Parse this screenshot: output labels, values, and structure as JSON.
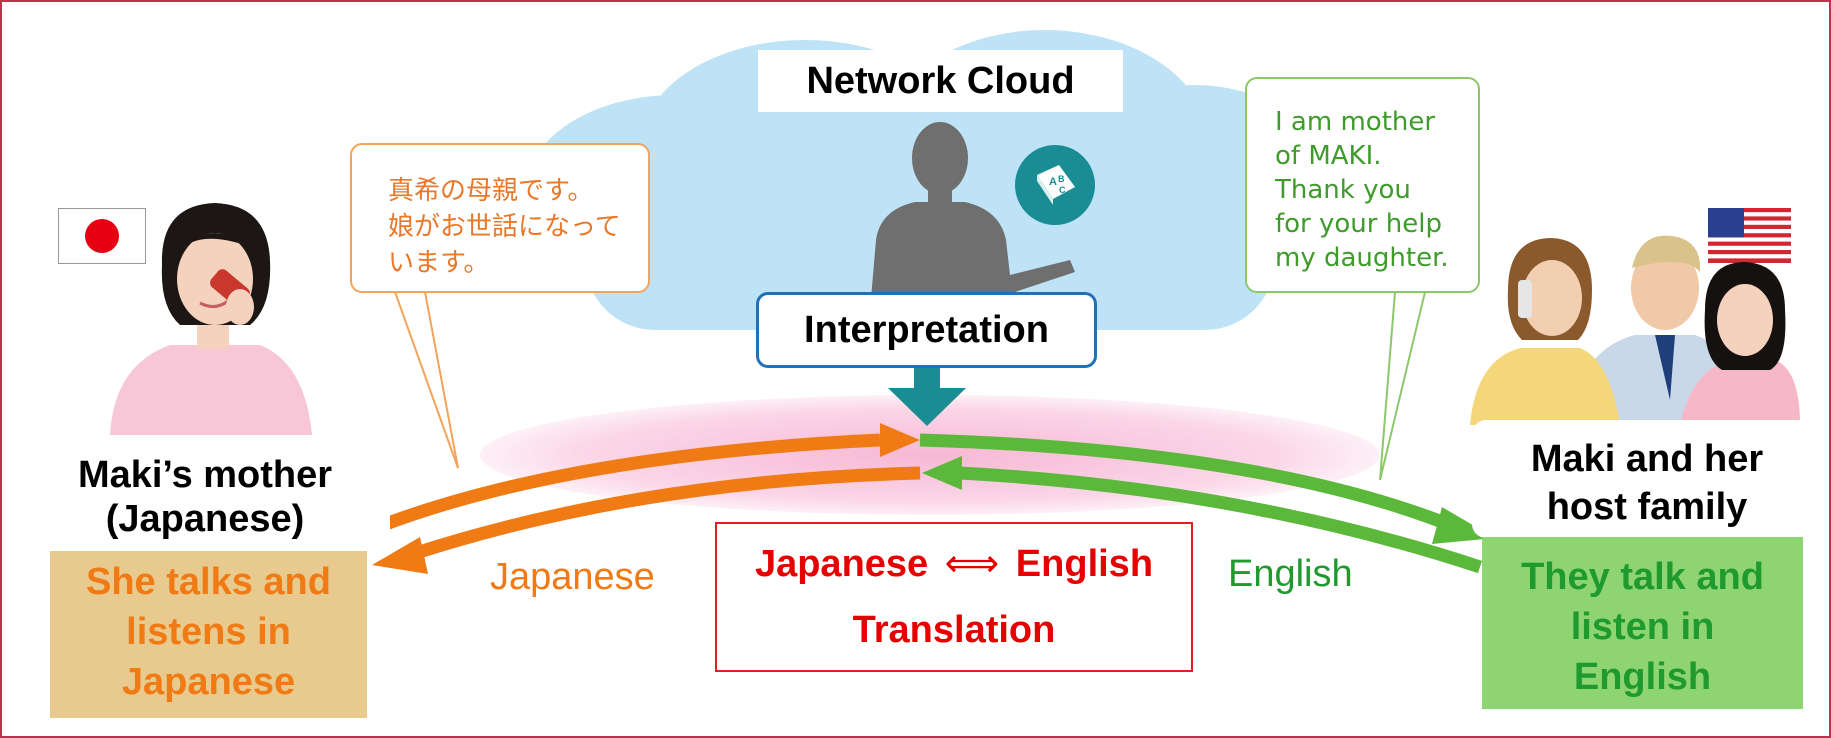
{
  "cloud": {
    "title": "Network Cloud"
  },
  "interpretation": {
    "label": "Interpretation"
  },
  "bubble_japanese": {
    "lines": [
      "真希の母親です。",
      "娘がお世話になって",
      "います。"
    ]
  },
  "bubble_english": {
    "lines": [
      "I am mother",
      "of MAKI.",
      "Thank you",
      "for your help",
      "my daughter."
    ]
  },
  "left_person": {
    "label_line1": "Maki’s mother",
    "label_line2": "(Japanese)",
    "desc_lines": [
      "She talks and",
      "listens in",
      "Japanese"
    ]
  },
  "right_person": {
    "label_line1": "Maki and her",
    "label_line2": "host family",
    "desc_lines": [
      "They talk and",
      "listen in",
      "English"
    ]
  },
  "translation": {
    "lang_from": "Japanese",
    "arrow": "⟺",
    "lang_to": "English",
    "label": "Translation"
  },
  "languages": {
    "left": "Japanese",
    "right": "English"
  },
  "colors": {
    "frame": "#c0304a",
    "cloud": "#bfe3f6",
    "orange": "#f07a14",
    "green": "#5cb83a",
    "teal": "#1a8c93",
    "red": "#e60000",
    "interp_border": "#1f72b8"
  },
  "icons": {
    "book": "book-icon",
    "japan_flag": "japan-flag-icon",
    "us_flag": "us-flag-icon"
  }
}
